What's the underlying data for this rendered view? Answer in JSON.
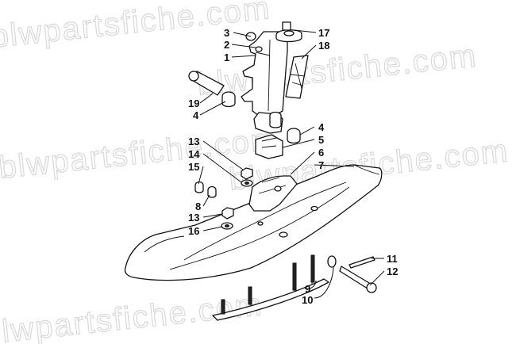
{
  "watermark": {
    "text": "blwpartsfiche.com"
  },
  "callouts": {
    "c1": "1",
    "c2": "2",
    "c3": "3",
    "c4a": "4",
    "c4b": "4",
    "c5": "5",
    "c6": "6",
    "c7": "7",
    "c8": "8",
    "c9": "9",
    "c10": "10",
    "c11": "11",
    "c12": "12",
    "c13a": "13",
    "c13b": "13",
    "c14": "14",
    "c15": "15",
    "c16": "16",
    "c17": "17",
    "c18": "18",
    "c19": "19"
  }
}
